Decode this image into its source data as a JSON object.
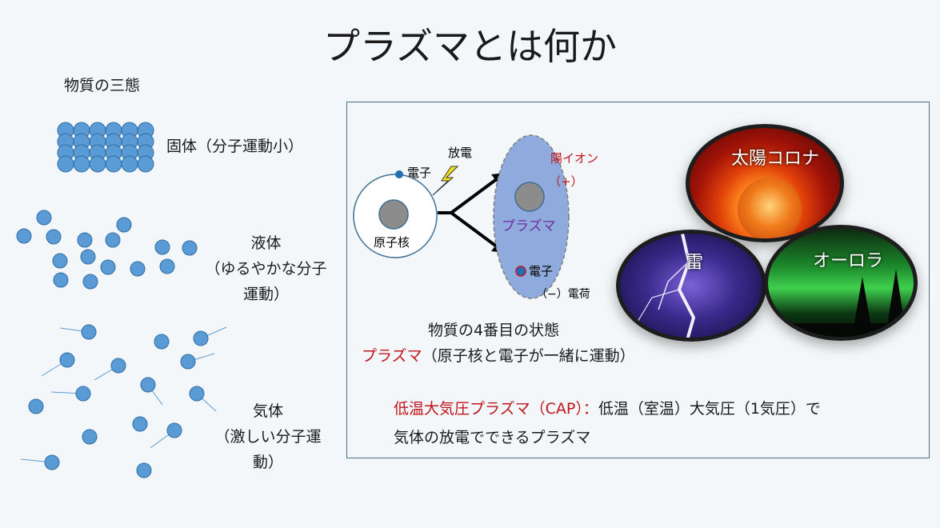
{
  "title": "プラズマとは何か",
  "states_heading": "物質の三態",
  "solid_label": "固体（分子運動小）",
  "liquid_label": [
    "液体",
    "（ゆるやかな分子",
    "運動）"
  ],
  "gas_label": [
    "気体",
    "（激しい分子運",
    "動）"
  ],
  "diagram": {
    "electron": "電子",
    "discharge": "放電",
    "nucleus": "原子核",
    "positive_ion": "陽イオン",
    "positive_sign": "（+）",
    "plasma": "プラズマ",
    "electron2": "電子",
    "negative_charge": "（−）電荷"
  },
  "photos": {
    "corona": "太陽コロナ",
    "lightning": "雷",
    "aurora": "オーロラ"
  },
  "fourth_state": "物質の4番目の状態",
  "plasma_def_red": "プラズマ",
  "plasma_def_rest": "（原子核と電子が一緒に運動）",
  "cap_red": "低温大気圧プラズマ（CAP）：",
  "cap_rest": "低温（室温）大気圧（1気圧）で",
  "cap_line2": "気体の放電でできるプラズマ",
  "colors": {
    "molecule": "#5b9bd5",
    "molecule_stroke": "#2e6da4",
    "plasma_fill": "#8faadc",
    "accent_red": "#c0141c",
    "plasma_text": "#7030a0",
    "box_border": "#4a6e87"
  }
}
